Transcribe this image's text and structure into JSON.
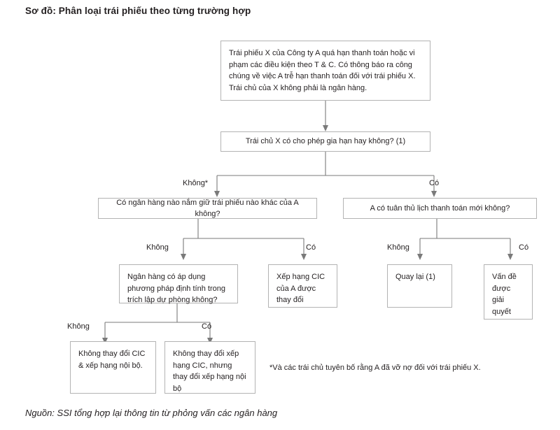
{
  "title": "Sơ đồ: Phân loại trái phiếu theo từng trường hợp",
  "source": "Nguồn: SSI tổng hợp lại thông tin từ phỏng vấn các ngân hàng",
  "footnote": "*Và các trái chủ tuyên bố rằng A đã vỡ nợ đối với trái phiếu X.",
  "colors": {
    "box_border": "#b3b3b3",
    "connector": "#7a7a7a",
    "text": "#231f20",
    "background": "#ffffff"
  },
  "nodes": {
    "start": "Trái phiếu X của Công ty A quá hạn thanh toán hoặc vi phạm các điều kiện theo T & C. Có thông báo ra công chúng về việc A trễ hạn thanh toán đối với trái phiếu X. Trái chủ của X không phải là ngân hàng.",
    "decision_extension": "Trái chủ X có cho phép gia hạn hay không? (1)",
    "decision_bank_holds": "Có ngân hàng nào nắm giữ trái phiếu nào khác của A không?",
    "decision_new_schedule": "A có tuân thủ lịch thanh toán mới không?",
    "decision_qualitative": "Ngân hàng có áp dụng phương pháp định tính trong trích lập dự phòng không?",
    "outcome_cic_changed": "Xếp hạng CIC của A được thay đổi",
    "outcome_back_to_1": "Quay lại (1)",
    "outcome_resolved": "Vấn đề được giải quyết",
    "outcome_no_change": "Không thay đổi CIC & xếp hạng nội bộ.",
    "outcome_internal_change": "Không thay đổi xếp hạng CIC, nhưng thay đổi xếp hạng nội bộ"
  },
  "edge_labels": {
    "extension_no": "Không*",
    "extension_yes": "Có",
    "bank_holds_no": "Không",
    "bank_holds_yes": "Có",
    "new_schedule_no": "Không",
    "new_schedule_yes": "Có",
    "qualitative_no": "Không",
    "qualitative_yes": "Có"
  }
}
